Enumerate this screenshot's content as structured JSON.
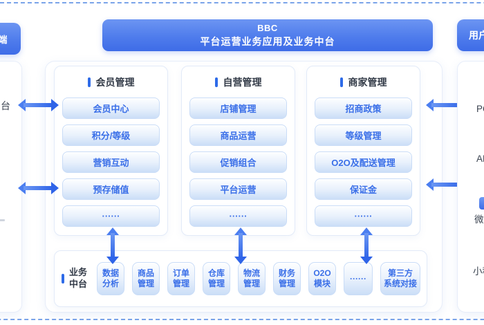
{
  "diagram": {
    "left_panel": {
      "header_text": "端",
      "partial_item": "台"
    },
    "header": {
      "line1": "BBC",
      "line2": "平台运营业务应用及业务中台"
    },
    "columns": [
      {
        "title": "会员管理",
        "items": [
          "会员中心",
          "积分/等级",
          "营销互动",
          "预存储值",
          "······"
        ]
      },
      {
        "title": "自营管理",
        "items": [
          "店铺管理",
          "商品运营",
          "促销组合",
          "平台运营",
          "······"
        ]
      },
      {
        "title": "商家管理",
        "items": [
          "招商政策",
          "等级管理",
          "O2O及配送管理",
          "保证金",
          "······"
        ]
      }
    ],
    "bottom_panel": {
      "label_line1": "业务",
      "label_line2": "中台",
      "modules": [
        {
          "line1": "数据",
          "line2": "分析"
        },
        {
          "line1": "商品",
          "line2": "管理"
        },
        {
          "line1": "订单",
          "line2": "管理"
        },
        {
          "line1": "仓库",
          "line2": "管理"
        },
        {
          "line1": "物流",
          "line2": "管理"
        },
        {
          "line1": "财务",
          "line2": "管理"
        },
        {
          "line1": "O2O",
          "line2": "模块"
        },
        {
          "line1": "······",
          "line2": ""
        },
        {
          "line1": "第三方",
          "line2": "系统对接"
        }
      ]
    },
    "right_panel": {
      "header": "用户",
      "items": [
        "PC端",
        "APP",
        "微信",
        "小程序"
      ]
    }
  },
  "colors": {
    "header_blue_top": "#6C95F2",
    "header_blue_bottom": "#3E6CE7",
    "item_box_bottom": "#CBDEF7",
    "item_text_blue": "#3A6FE8",
    "arrow_blue": "#2F64E8",
    "dashed_border": "#7AA3E9",
    "title_text": "#333B48"
  }
}
